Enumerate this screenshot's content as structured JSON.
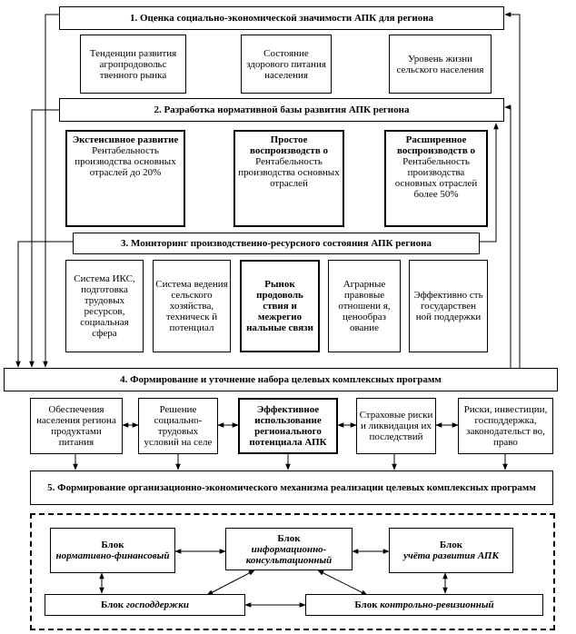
{
  "s1": {
    "title": "1. Оценка социально-экономической значимости АПК для региона",
    "items": [
      "Тенденции развития агропродовольс твенного рынка",
      "Состояние здорового питания населения",
      "Уровень жизни сельского населения"
    ]
  },
  "s2": {
    "title": "2. Разработка нормативной базы развития АПК региона",
    "items": [
      {
        "head": "Экстенсивное развитие",
        "body": "Рентабельность производства основных отраслей до 20%"
      },
      {
        "head": "Простое воспроизводств о",
        "body": "Рентабельность производства основных отраслей"
      },
      {
        "head": "Расширенное воспроизводств о",
        "body": "Рентабельность производства основных отраслей более 50%"
      }
    ]
  },
  "s3": {
    "title": "3. Мониторинг производственно-ресурсного состояния АПК региона",
    "items": [
      "Система ИКС, подготовка трудовых ресурсов, социальная сфера",
      "Система ведения сельского хозяйства, техническ й потенциал",
      "Рынок продоволь ствия и межрегио нальные связи",
      "Аграрные правовые отношени я, ценообраз ование",
      "Эффективно сть государствен ной поддержки"
    ]
  },
  "s4": {
    "title": "4. Формирование и уточнение набора целевых комплексных программ",
    "items": [
      "Обеспечения населения региона продуктами питания",
      "Решение социально-трудовых условий на селе",
      "Эффективное использование регионального потенциала АПК",
      "Страховые риски и ликвидация их последствий",
      "Риски, инвестиции, господдержка, законодательст во, право"
    ]
  },
  "s5": {
    "title": "5. Формирование организационно-экономического механизма реализации целевых комплексных программ"
  },
  "blocks": {
    "normative": {
      "prefix": "Блок",
      "name": "нормативно-финансовый"
    },
    "info": {
      "prefix": "Блок",
      "name": "информационно-консультационный"
    },
    "dev": {
      "prefix": "Блок",
      "name": "учёта развития АПК"
    },
    "state": {
      "prefix": "Блок",
      "name": "господдержки"
    },
    "control": {
      "prefix": "Блок",
      "name": "контрольно-ревизионный"
    }
  }
}
